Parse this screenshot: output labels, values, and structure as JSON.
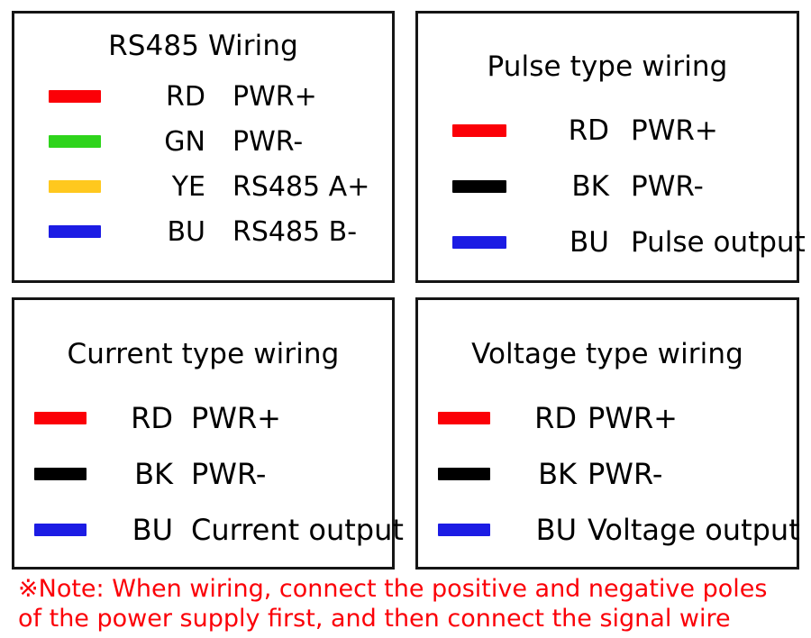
{
  "colors": {
    "red": "#fb0007",
    "green": "#2ed41b",
    "yellow": "#ffc81e",
    "blue": "#1c1ce4",
    "black": "#000000",
    "border": "#151515",
    "note_red": "#fb0007"
  },
  "panels": [
    {
      "id": "rs485-wiring",
      "title": "RS485 Wiring",
      "rows": [
        {
          "swatch": "red",
          "swatch_name": "red-wire-swatch",
          "code": "RD",
          "desc": "PWR+"
        },
        {
          "swatch": "green",
          "swatch_name": "green-wire-swatch",
          "code": "GN",
          "desc": "PWR-"
        },
        {
          "swatch": "yellow",
          "swatch_name": "yellow-wire-swatch",
          "code": "YE",
          "desc": "RS485 A+"
        },
        {
          "swatch": "blue",
          "swatch_name": "blue-wire-swatch",
          "code": "BU",
          "desc": "RS485 B-"
        }
      ]
    },
    {
      "id": "pulse-type-wiring",
      "title": "Pulse type wiring",
      "rows": [
        {
          "swatch": "red",
          "swatch_name": "red-wire-swatch",
          "code": "RD",
          "desc": "PWR+"
        },
        {
          "swatch": "black",
          "swatch_name": "black-wire-swatch",
          "code": "BK",
          "desc": "PWR-"
        },
        {
          "swatch": "blue",
          "swatch_name": "blue-wire-swatch",
          "code": "BU",
          "desc": "Pulse output"
        }
      ]
    },
    {
      "id": "current-type-wiring",
      "title": "Current type wiring",
      "rows": [
        {
          "swatch": "red",
          "swatch_name": "red-wire-swatch",
          "code": "RD",
          "desc": "PWR+"
        },
        {
          "swatch": "black",
          "swatch_name": "black-wire-swatch",
          "code": "BK",
          "desc": "PWR-"
        },
        {
          "swatch": "blue",
          "swatch_name": "blue-wire-swatch",
          "code": "BU",
          "desc": "Current output"
        }
      ]
    },
    {
      "id": "voltage-type-wiring",
      "title": "Voltage type wiring",
      "rows": [
        {
          "swatch": "red",
          "swatch_name": "red-wire-swatch",
          "code": "RD",
          "desc": "PWR+"
        },
        {
          "swatch": "black",
          "swatch_name": "black-wire-swatch",
          "code": "BK",
          "desc": "PWR-"
        },
        {
          "swatch": "blue",
          "swatch_name": "blue-wire-swatch",
          "code": "BU",
          "desc": "Voltage output"
        }
      ]
    }
  ],
  "note": {
    "marker": "※",
    "line1": "※Note: When wiring, connect the positive and negative poles",
    "line2": "of the power supply first, and then connect the signal wire"
  }
}
